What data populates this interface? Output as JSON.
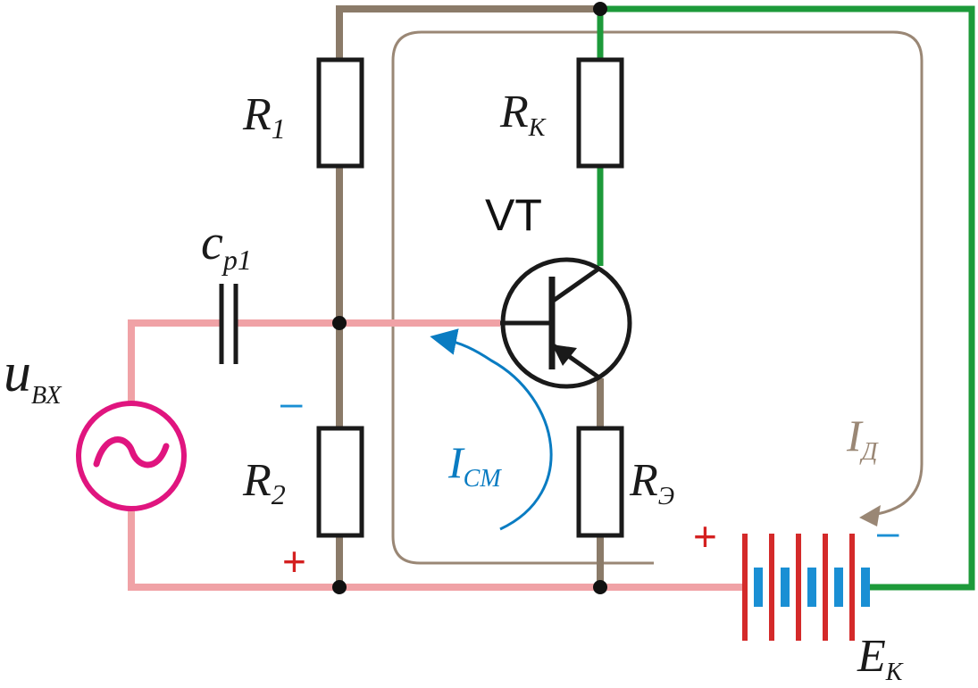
{
  "labels": {
    "r1": {
      "main": "R",
      "sub": "1"
    },
    "rk": {
      "main": "R",
      "sub": "К"
    },
    "r2": {
      "main": "R",
      "sub": "2"
    },
    "re": {
      "main": "R",
      "sub": "Э"
    },
    "vt": "VT",
    "cp1": {
      "main": "c",
      "sub": "р1"
    },
    "uvx": {
      "main": "u",
      "sub": "ВХ"
    },
    "icm": {
      "main": "I",
      "sub": "СМ"
    },
    "id": {
      "main": "I",
      "sub": "Д"
    },
    "ek": {
      "main": "E",
      "sub": "К"
    }
  },
  "polarity": {
    "r2_top": "–",
    "r2_bottom": "+",
    "battery_left": "+",
    "battery_right": "–"
  },
  "colors": {
    "divider_wire": "#8b7b69",
    "collector_wire": "#1d9a3a",
    "input_wire": "#f0a2a6",
    "source": "#e0157f",
    "bias_current": "#0a7cc2",
    "divider_current": "#9a8775",
    "battery_long_plate": "#d42a2a",
    "battery_short_plate": "#1a8fd4",
    "polarity_plus": "#d42020",
    "polarity_minus": "#1a8fd4",
    "component": "#1a1a1a"
  }
}
